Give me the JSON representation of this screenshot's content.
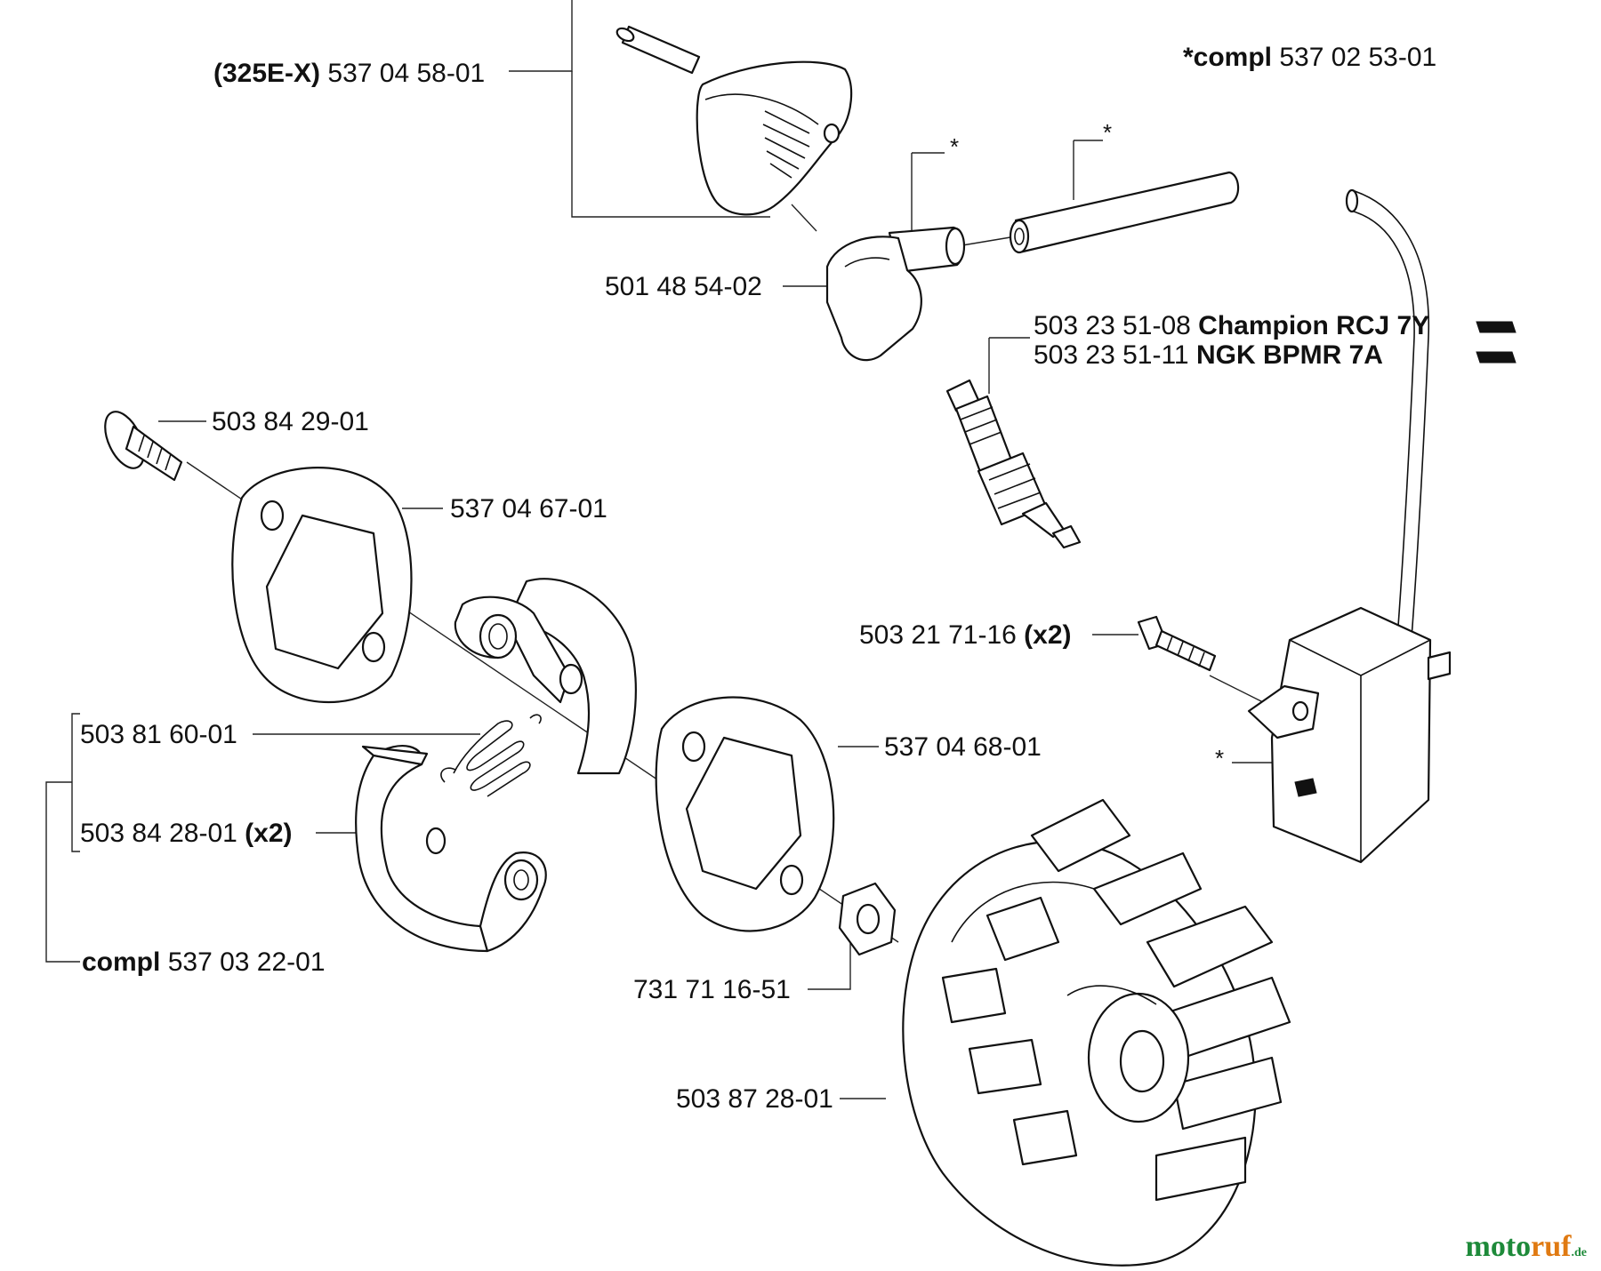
{
  "labels": {
    "cap_code_bold": "(325E-X)",
    "cap_code": "537 04 58-01",
    "compl_ignition_bold": "*compl",
    "compl_ignition": "537 02 53-01",
    "boot": "501 48 54-02",
    "plug1_code": "503 23 51-08",
    "plug1_brand": "Champion RCJ 7Y",
    "plug2_code": "503 23 51-11",
    "plug2_brand": "NGK BPMR 7A",
    "screw_top": "503 84 29-01",
    "plate_top": "537 04 67-01",
    "module_screw_code": "503 21 71-16",
    "module_screw_qty": "(x2)",
    "spring": "503 81 60-01",
    "clutch_shoe_code": "503 84 28-01",
    "clutch_shoe_qty": "(x2)",
    "plate_bottom": "537 04 68-01",
    "compl_clutch_bold": "compl",
    "compl_clutch": "537 03 22-01",
    "nut": "731 71 16-51",
    "flywheel": "503 87 28-01",
    "asterisk": "*"
  },
  "brand": {
    "part1": "moto",
    "part2": "ruf",
    "part3": ".de"
  },
  "colors": {
    "brand_green": "#1e8a3a",
    "brand_orange": "#e07a12",
    "line": "#111111"
  }
}
